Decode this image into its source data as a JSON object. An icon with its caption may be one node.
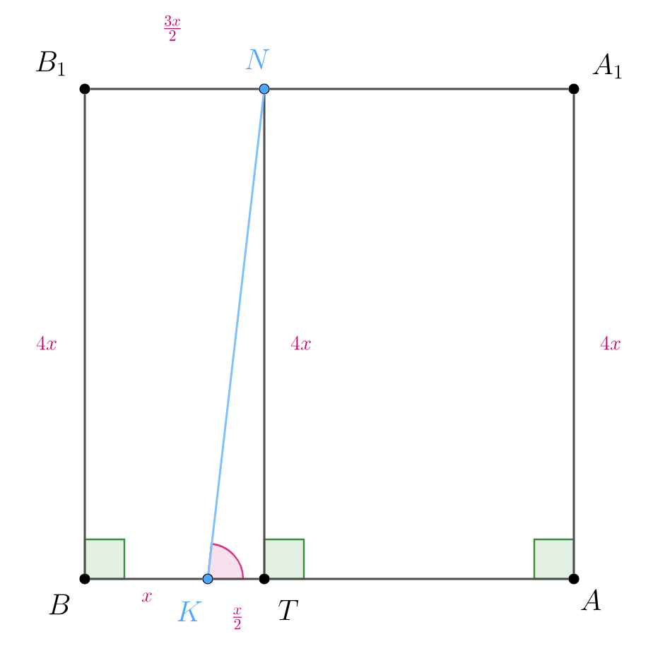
{
  "diagram": {
    "nodes": [
      {
        "text": [
          "B_1"
        ]
      },
      {
        "text": [
          "N"
        ]
      },
      {
        "text": [
          "A_1"
        ]
      },
      {
        "text": [
          "B"
        ]
      },
      {
        "text": [
          "K"
        ]
      },
      {
        "text": [
          "T"
        ]
      },
      {
        "text": [
          "A"
        ]
      }
    ],
    "edges": [
      {
        "from": 0,
        "to": 1,
        "arrow": "none"
      },
      {
        "from": 1,
        "to": 2,
        "arrow": "none"
      },
      {
        "from": 0,
        "to": 3,
        "arrow": "none"
      },
      {
        "from": 1,
        "to": 5,
        "arrow": "none"
      },
      {
        "from": 2,
        "to": 6,
        "arrow": "none"
      },
      {
        "from": 3,
        "to": 4,
        "arrow": "none"
      },
      {
        "from": 4,
        "to": 5,
        "arrow": "none"
      },
      {
        "from": 5,
        "to": 6,
        "arrow": "none"
      },
      {
        "from": 4,
        "to": 1,
        "arrow": "none",
        "color": "#80c0ff"
      }
    ],
    "labels": [
      "\\frac{3x}{2}",
      "4x",
      "4x",
      "4x",
      "x",
      "\\frac{x}{2}"
    ]
  }
}
